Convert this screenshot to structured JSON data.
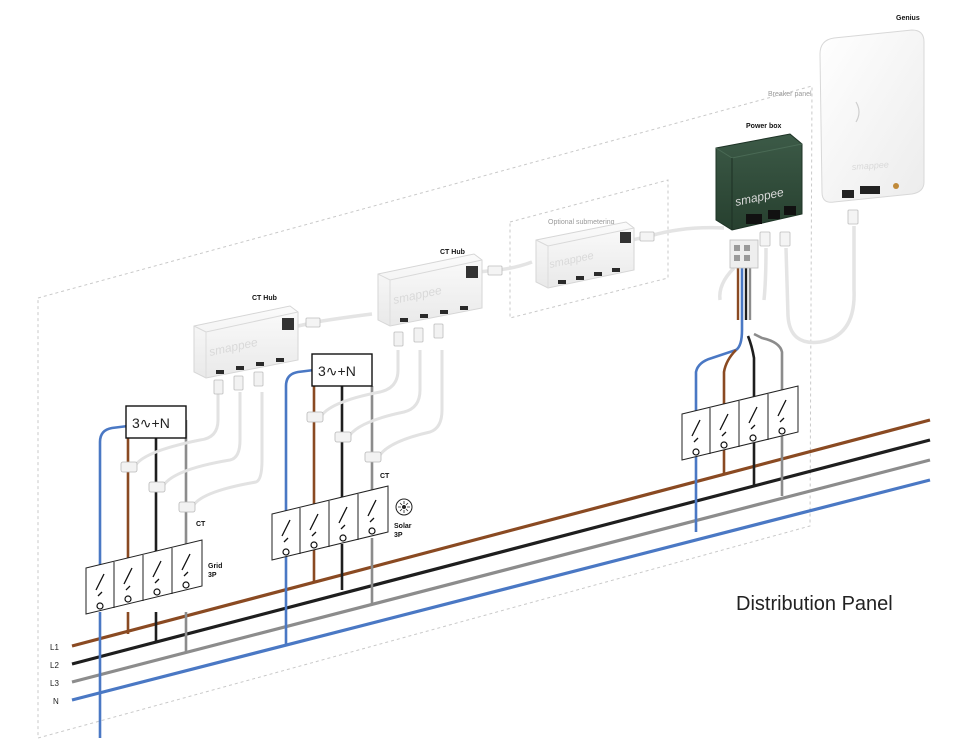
{
  "labels": {
    "genius": "Genius",
    "breaker_panel": "Breaker panel",
    "power_box": "Power box",
    "optional_submetering": "Optional submetering",
    "ct_hub_left": "CT Hub",
    "ct_hub_right": "CT Hub",
    "ct_left": "CT",
    "ct_right": "CT",
    "grid": "Grid",
    "grid_3p": "3P",
    "solar": "Solar",
    "solar_3p": "3P",
    "three_phase_left": "3∿+N",
    "three_phase_right": "3∿+N",
    "distribution_panel": "Distribution Panel",
    "brand": "smappee"
  },
  "bus_labels": [
    "L1",
    "L2",
    "L3",
    "N"
  ],
  "colors": {
    "L1": "#8a4a22",
    "L2": "#1e1e1e",
    "L3": "#8c8c8c",
    "N": "#4a78c4",
    "power_box": "#2f4a3a",
    "ct_cable": "#e4e4e4"
  },
  "icons": {
    "solar": "sun-icon",
    "sine": "sine-wave-icon"
  }
}
